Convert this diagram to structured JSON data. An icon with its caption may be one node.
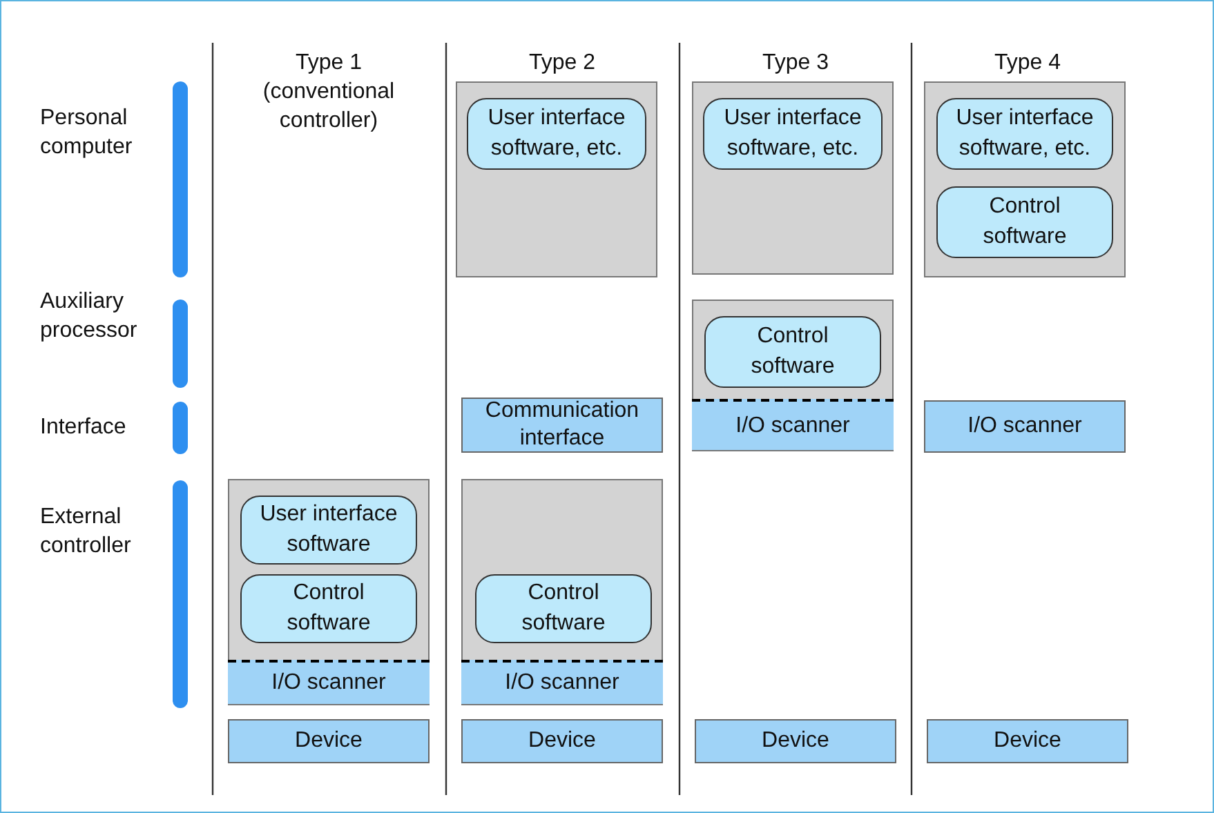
{
  "diagram": {
    "nodes": [
      {
        "text": [],
        "shape": "box"
      },
      {
        "text": [
          "User interface software, etc."
        ],
        "in": 0
      },
      {
        "text": [],
        "shape": "box"
      },
      {
        "text": [
          "User interface software, etc."
        ],
        "in": 2
      },
      {
        "text": [],
        "shape": "box"
      },
      {
        "text": [
          "User interface software, etc."
        ],
        "in": 4
      },
      {
        "text": [
          "Control software"
        ],
        "in": 4
      },
      {
        "text": [],
        "shape": "box"
      },
      {
        "text": [
          "Control software"
        ],
        "in": 7
      },
      {
        "text": [
          "I/O scanner"
        ],
        "in": 7
      },
      {
        "text": [
          "Communication interface"
        ]
      },
      {
        "text": [
          "I/O scanner"
        ]
      },
      {
        "text": [],
        "shape": "box"
      },
      {
        "text": [
          "User interface software"
        ],
        "in": 12
      },
      {
        "text": [
          "Control software"
        ],
        "in": 12
      },
      {
        "text": [
          "I/O scanner"
        ],
        "in": 12
      },
      {
        "text": [],
        "shape": "box"
      },
      {
        "text": [
          "Control software"
        ],
        "in": 16
      },
      {
        "text": [
          "I/O scanner"
        ],
        "in": 16
      },
      {
        "text": [
          "Device"
        ]
      },
      {
        "text": [
          "Device"
        ]
      },
      {
        "text": [
          "Device"
        ]
      },
      {
        "text": [
          "Device"
        ]
      }
    ],
    "labels": [
      "Type 1 (conventional controller)",
      "Type 2",
      "Type 3",
      "Type 4",
      "Personal computer",
      "Auxiliary processor",
      "Interface",
      "External controller"
    ]
  }
}
